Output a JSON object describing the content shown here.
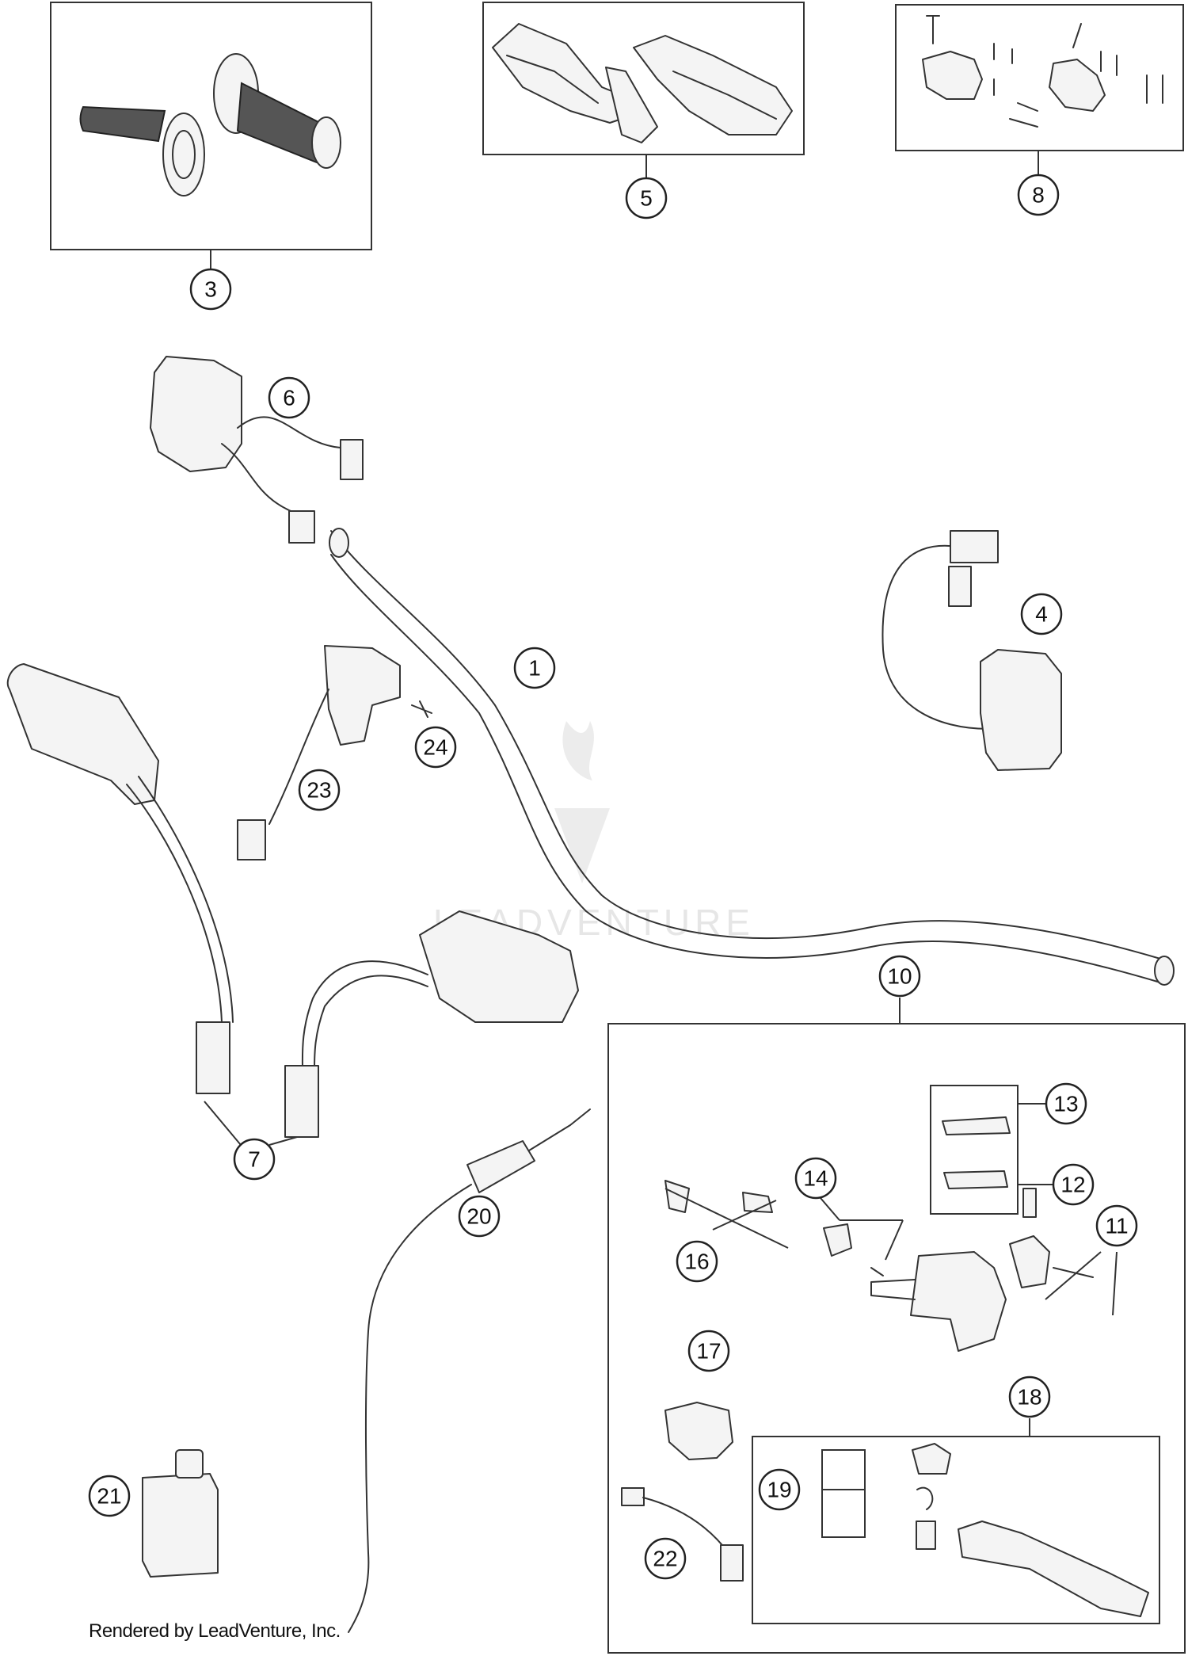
{
  "footer": {
    "text": "Rendered by LeadVenture, Inc."
  },
  "watermark": {
    "text": "LEADVENTURE"
  },
  "callouts": [
    {
      "id": "c1",
      "label": "1"
    },
    {
      "id": "c3",
      "label": "3"
    },
    {
      "id": "c4",
      "label": "4"
    },
    {
      "id": "c5",
      "label": "5"
    },
    {
      "id": "c6",
      "label": "6"
    },
    {
      "id": "c7",
      "label": "7"
    },
    {
      "id": "c8",
      "label": "8"
    },
    {
      "id": "c10",
      "label": "10"
    },
    {
      "id": "c11",
      "label": "11"
    },
    {
      "id": "c12",
      "label": "12"
    },
    {
      "id": "c13",
      "label": "13"
    },
    {
      "id": "c14",
      "label": "14"
    },
    {
      "id": "c16",
      "label": "16"
    },
    {
      "id": "c17",
      "label": "17"
    },
    {
      "id": "c18",
      "label": "18"
    },
    {
      "id": "c19",
      "label": "19"
    },
    {
      "id": "c20",
      "label": "20"
    },
    {
      "id": "c21",
      "label": "21"
    },
    {
      "id": "c22",
      "label": "22"
    },
    {
      "id": "c23",
      "label": "23"
    },
    {
      "id": "c24",
      "label": "24"
    }
  ]
}
